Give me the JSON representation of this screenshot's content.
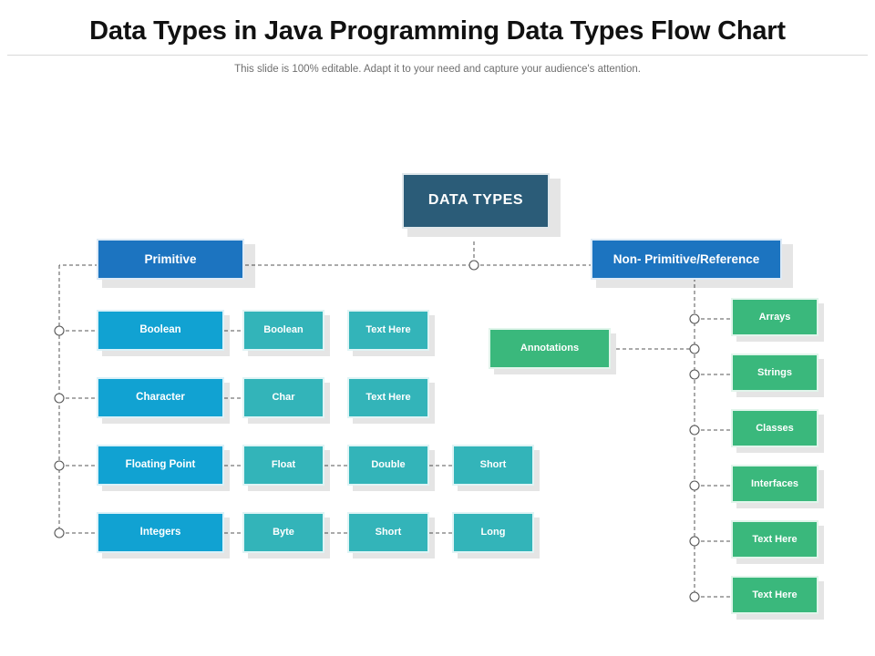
{
  "header": {
    "title": "Data Types in Java Programming Data Types Flow Chart",
    "subtitle": "This slide is 100% editable. Adapt it to your need and capture your audience's attention."
  },
  "colors": {
    "root": "#2b5c78",
    "branch": "#1c74c0",
    "primitive_level": "#11a2d2",
    "primitive_sub": "#33b4b9",
    "reference": "#3ab87c",
    "connector": "#555555",
    "title_text": "#111111",
    "subtitle_text": "#6f6f6f"
  },
  "chart_data": {
    "type": "diagram",
    "title": "Data Types in Java Programming Data Types Flow Chart",
    "root": "DATA TYPES",
    "branches": [
      "Primitive",
      "Non- Primitive/Reference"
    ],
    "primitive_rows": [
      {
        "level": "Boolean",
        "subs": [
          "Boolean",
          "Text Here"
        ]
      },
      {
        "level": "Character",
        "subs": [
          "Char",
          "Text Here"
        ]
      },
      {
        "level": "Floating Point",
        "subs": [
          "Float",
          "Double",
          "Short"
        ]
      },
      {
        "level": "Integers",
        "subs": [
          "Byte",
          "Short",
          "Long"
        ]
      }
    ],
    "reference_items": [
      "Arrays",
      "Strings",
      "Classes",
      "Interfaces",
      "Text Here",
      "Text Here"
    ],
    "aside": "Annotations"
  },
  "nodes": {
    "root": "DATA TYPES",
    "primitive": "Primitive",
    "reference": "Non- Primitive/Reference",
    "annotations": "Annotations",
    "lvl": {
      "boolean": "Boolean",
      "character": "Character",
      "floating_point": "Floating Point",
      "integers": "Integers"
    },
    "r1": {
      "a": "Boolean",
      "b": "Text Here"
    },
    "r2": {
      "a": "Char",
      "b": "Text Here"
    },
    "r3": {
      "a": "Float",
      "b": "Double",
      "c": "Short"
    },
    "r4": {
      "a": "Byte",
      "b": "Short",
      "c": "Long"
    },
    "ref": {
      "arrays": "Arrays",
      "strings": "Strings",
      "classes": "Classes",
      "interfaces": "Interfaces",
      "text1": "Text Here",
      "text2": "Text Here"
    }
  }
}
